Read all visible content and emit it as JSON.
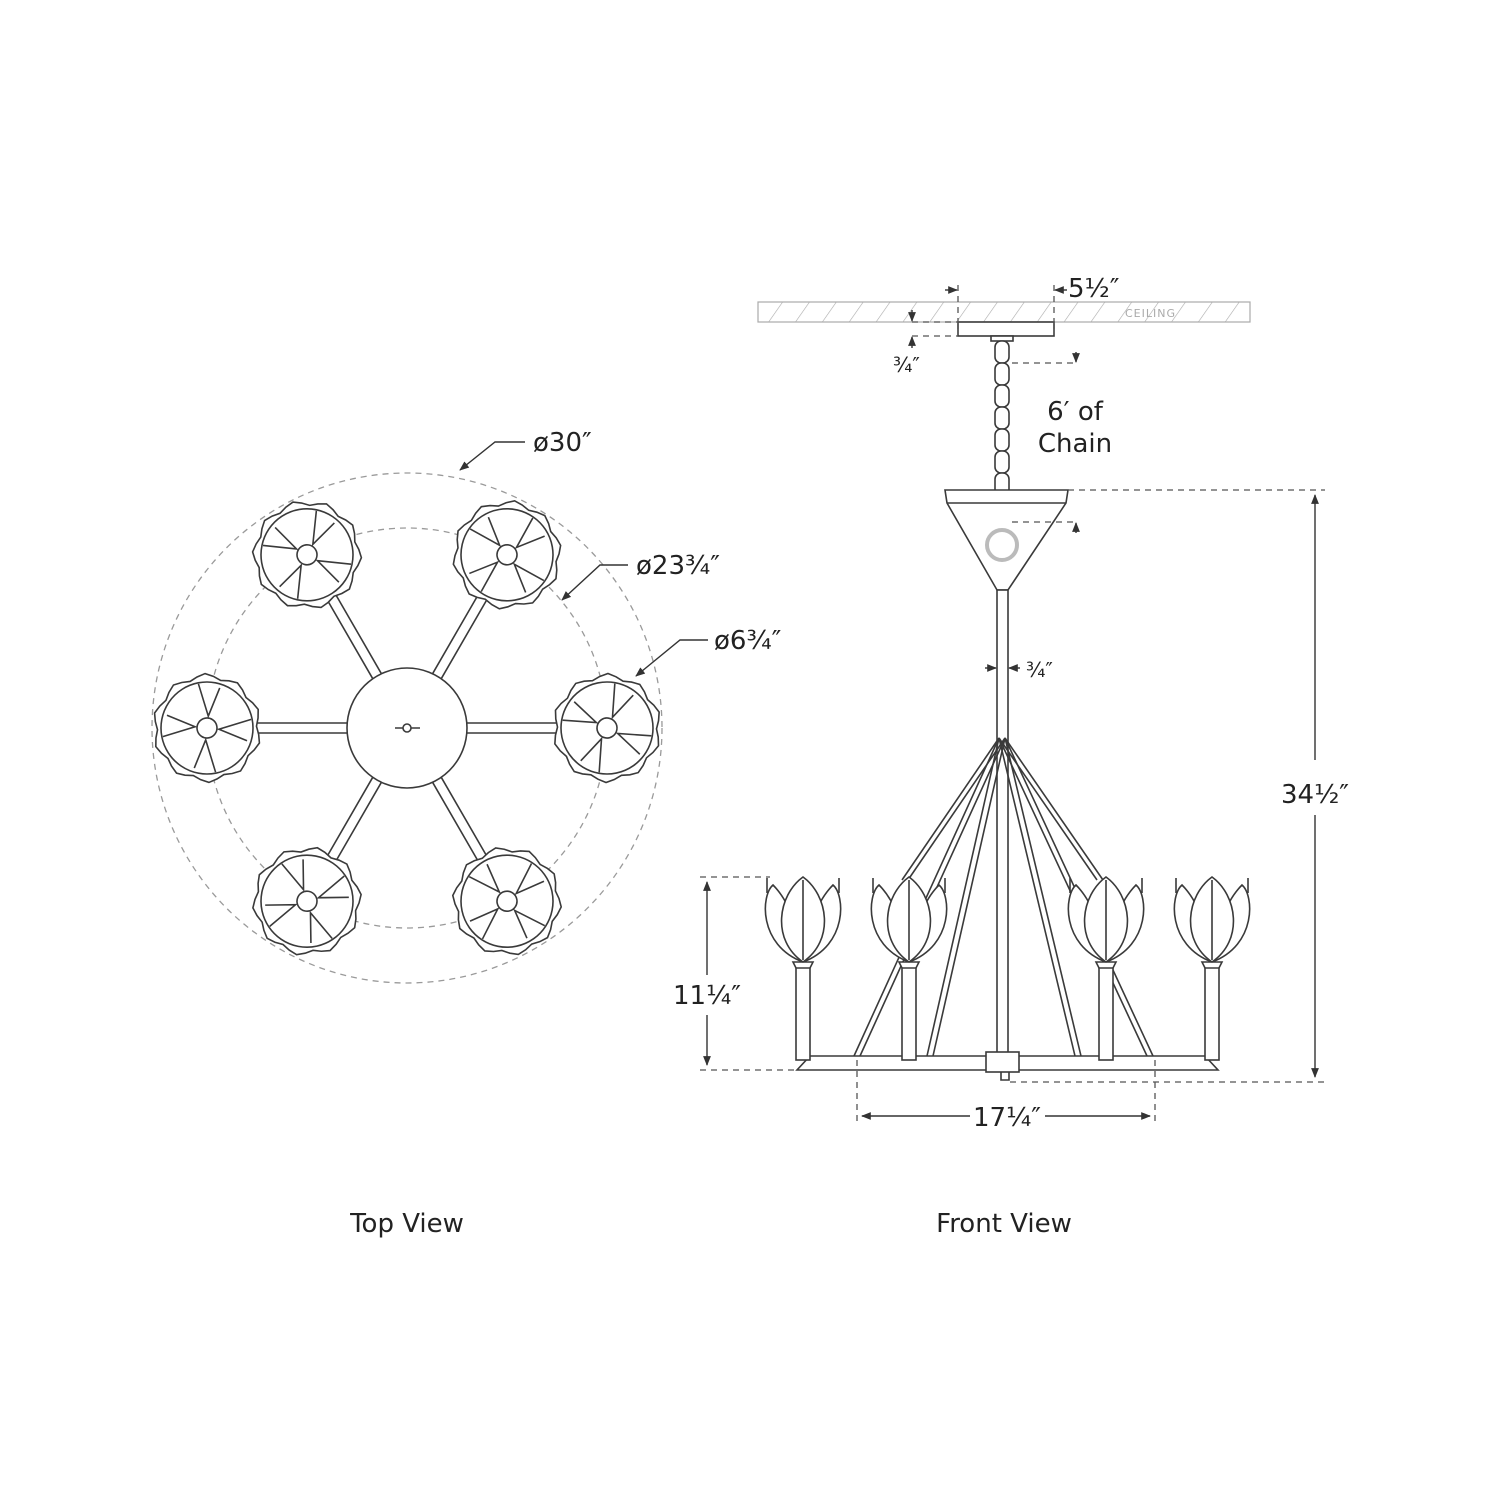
{
  "top_view": {
    "caption": "Top View",
    "outer_diameter": "ø30″",
    "inner_diameter": "ø23¾″",
    "shade_diameter": "ø6¾″",
    "arm_count": 6
  },
  "front_view": {
    "caption": "Front View",
    "ceiling_label": "CEILING",
    "canopy_width": "5½″",
    "canopy_depth": "¾″",
    "chain_line1": "6′ of",
    "chain_line2": "Chain",
    "stem_width": "¾″",
    "overall_height": "34½″",
    "shade_height": "11¼″",
    "base_width": "17¼″"
  }
}
